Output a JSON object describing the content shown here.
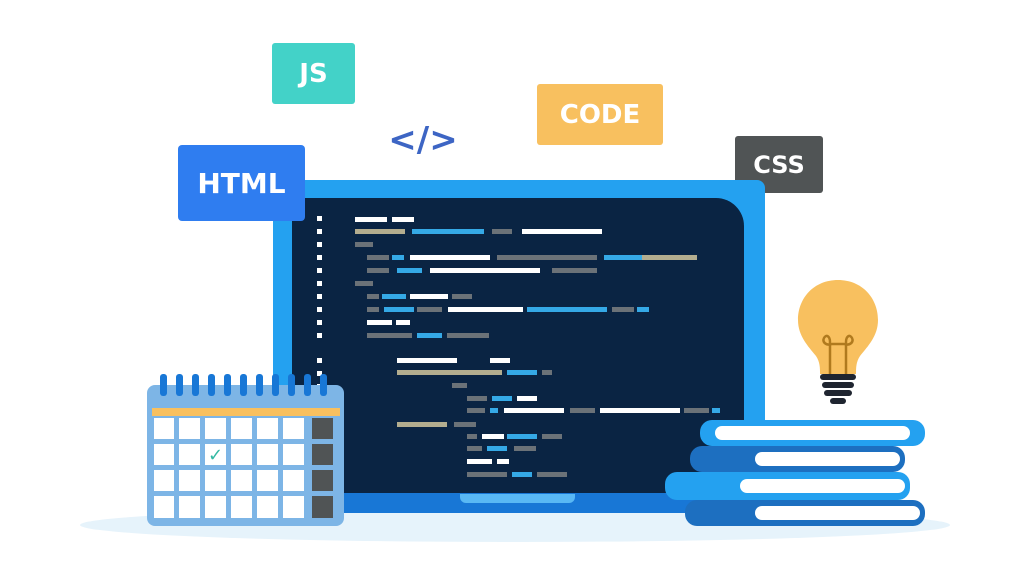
{
  "tags": {
    "js": "JS",
    "code": "CODE",
    "css": "CSS",
    "html": "HTML",
    "code_symbol": "</>"
  },
  "calendar": {
    "checked_day": "✓"
  },
  "colors": {
    "js_tag": "#43d2c8",
    "code_tag": "#f8c05f",
    "css_tag": "#505455",
    "html_tag": "#2f7df0",
    "laptop_frame": "#24a1f0",
    "screen": "#0a2443",
    "bulb": "#f8c05f",
    "books": "#1877d6"
  },
  "icons": [
    "code-brackets-icon",
    "lightbulb-icon",
    "calendar-icon",
    "check-icon",
    "books-icon",
    "laptop-icon"
  ]
}
